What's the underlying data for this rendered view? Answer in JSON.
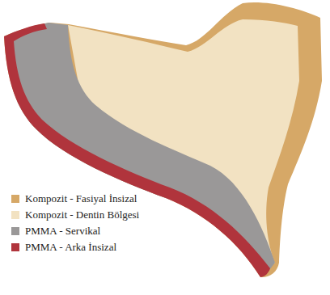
{
  "diagram": {
    "legend": [
      {
        "text": "Kompozit - Fasiyal İnsizal",
        "color": "#D6A867"
      },
      {
        "text": "Kompozit - Dentin Bölgesi",
        "color": "#F2E2C2"
      },
      {
        "text": "PMMA - Servikal",
        "color": "#9A9898"
      },
      {
        "text": "PMMA - Arka İnsizal",
        "color": "#B0343C"
      }
    ]
  }
}
